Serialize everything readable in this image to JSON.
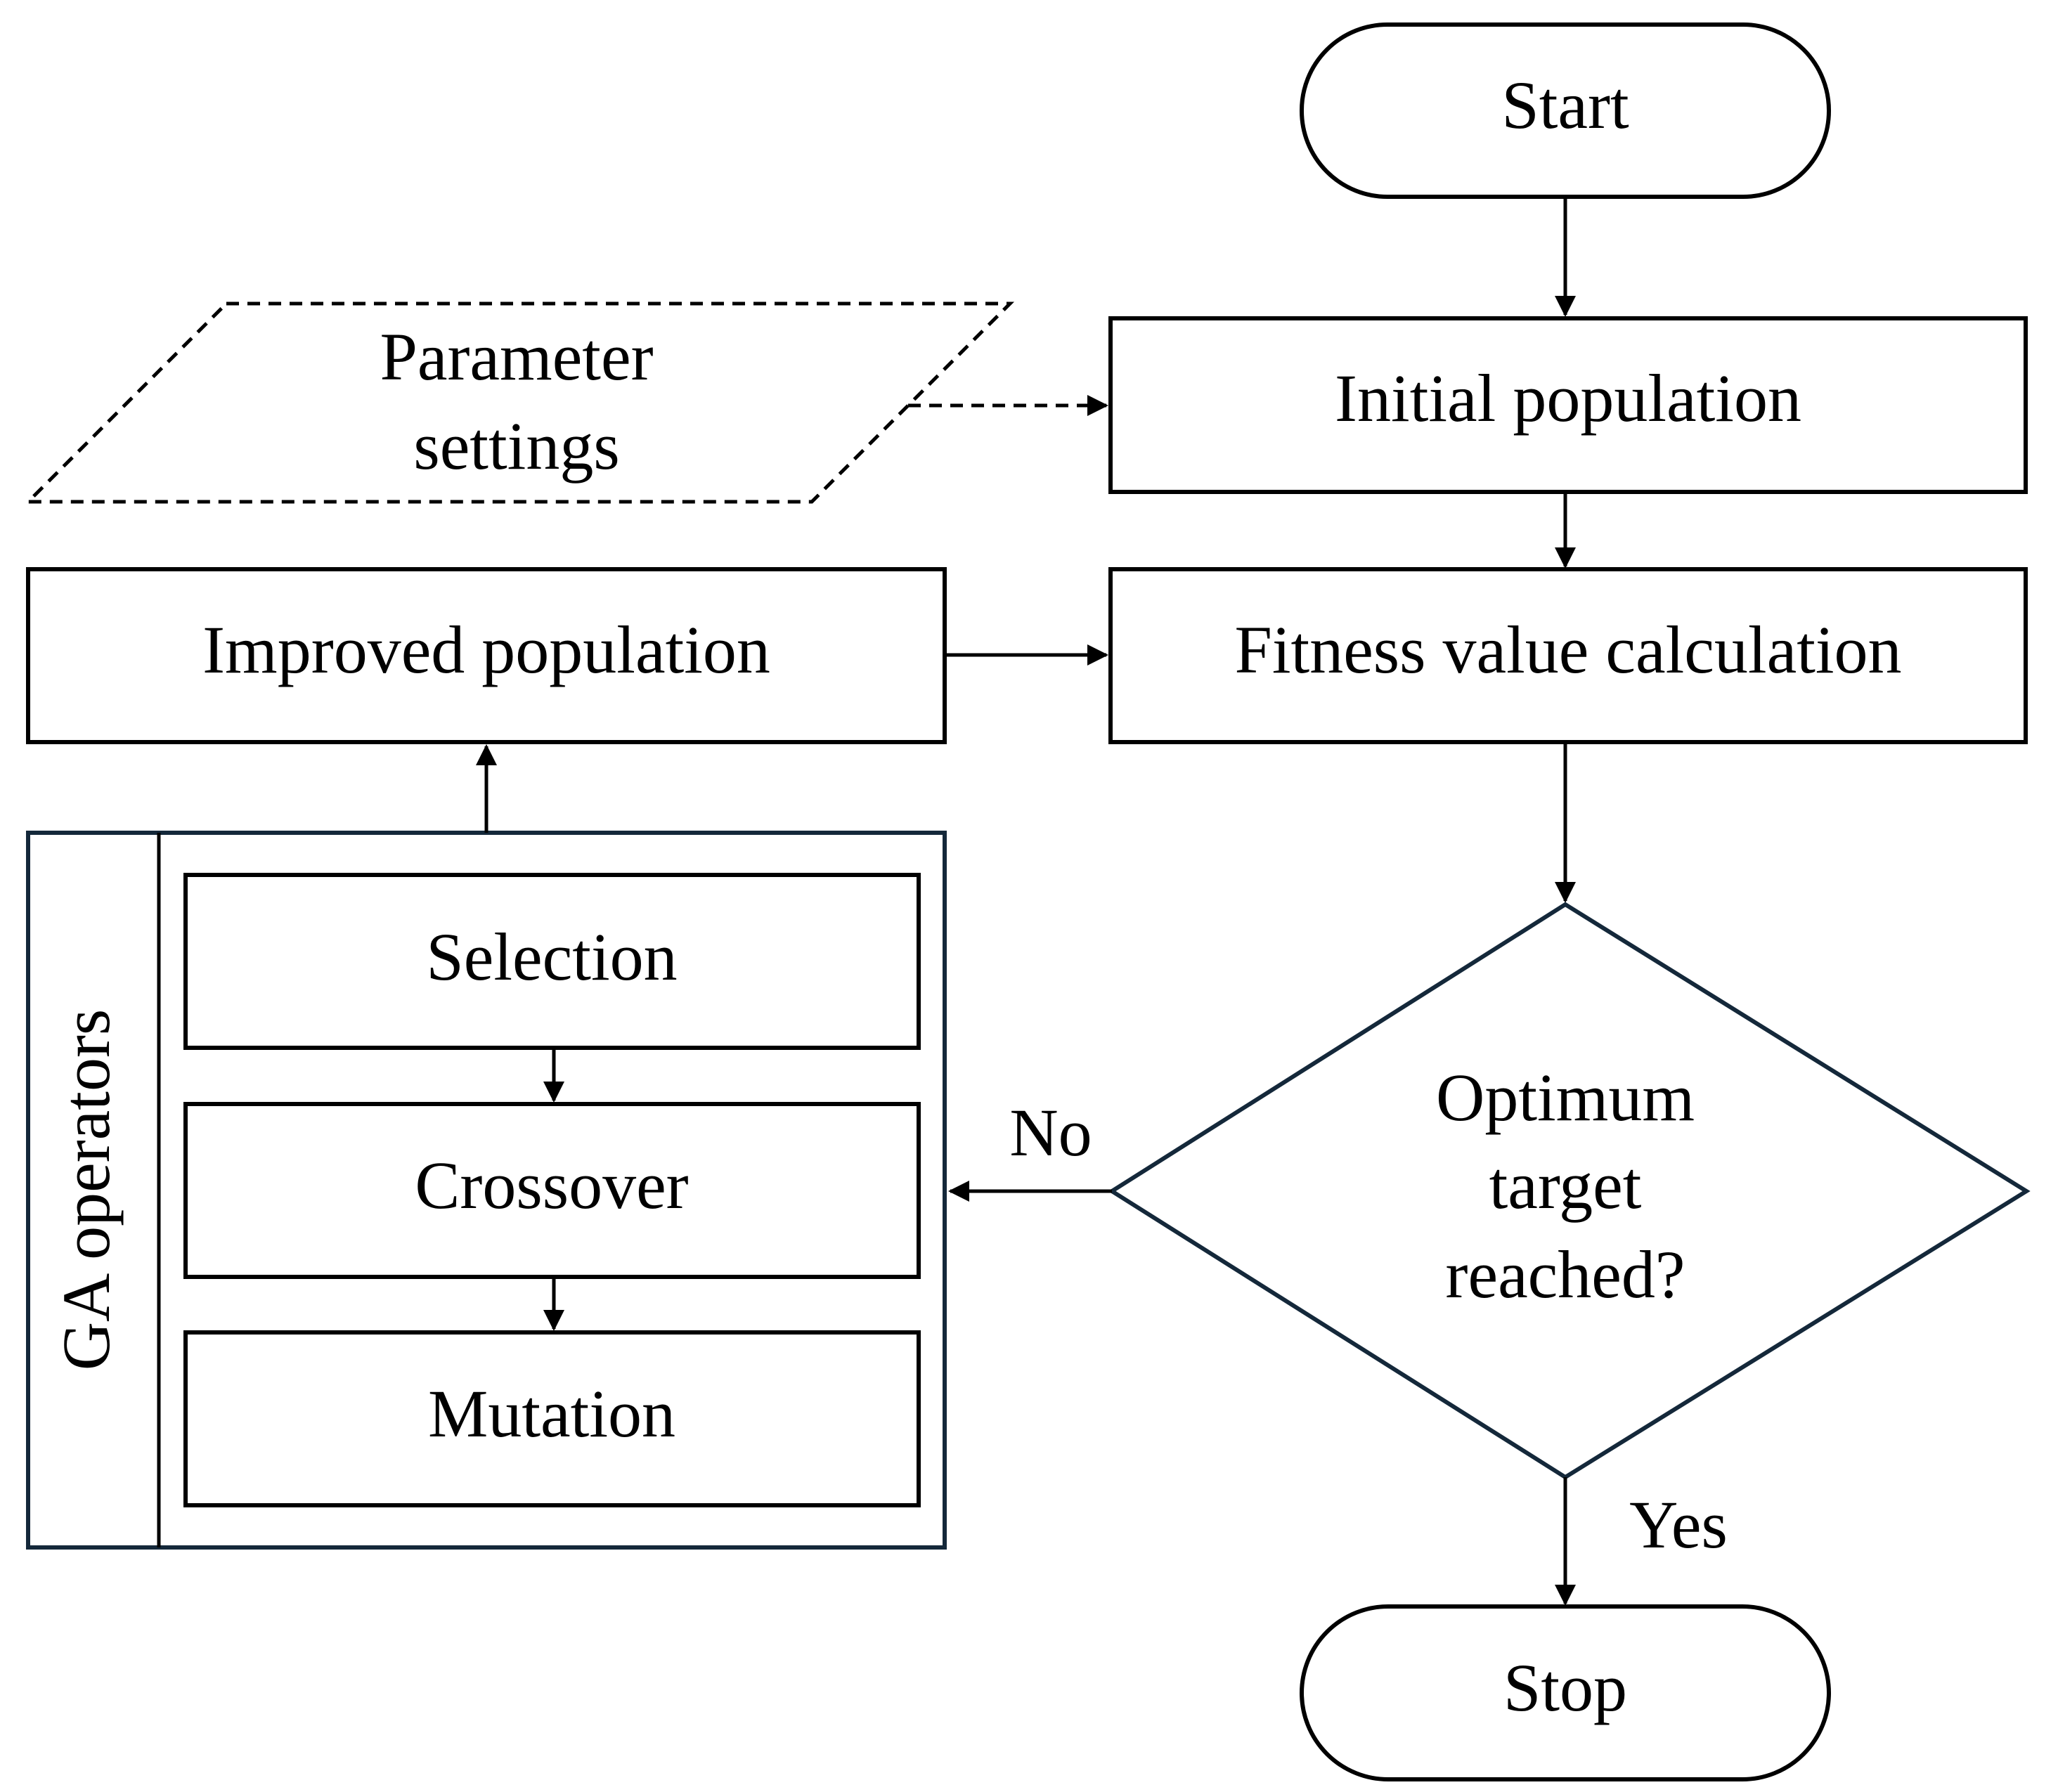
{
  "nodes": {
    "start": "Start",
    "initial_population": "Initial population",
    "parameter_settings_line1": "Parameter",
    "parameter_settings_line2": "settings",
    "fitness": "Fitness value calculation",
    "improved_population": "Improved population",
    "decision_line1": "Optimum",
    "decision_line2": "target",
    "decision_line3": "reached?",
    "stop": "Stop"
  },
  "ga_operators": {
    "title": "GA operators",
    "selection": "Selection",
    "crossover": "Crossover",
    "mutation": "Mutation"
  },
  "edge_labels": {
    "no": "No",
    "yes": "Yes"
  },
  "colors": {
    "line": "#000000",
    "dark_outline": "#14283a",
    "background": "#ffffff"
  }
}
